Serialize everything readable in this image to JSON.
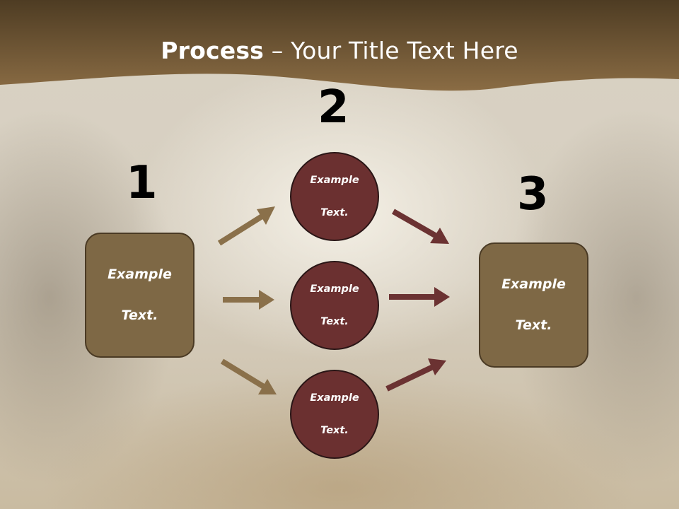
{
  "title": {
    "bold": "Process",
    "rest": " – Your Title Text Here"
  },
  "numbers": {
    "n1": "1",
    "n2": "2",
    "n3": "3"
  },
  "left_box": {
    "line1": "Example",
    "line2": "Text."
  },
  "right_box": {
    "line1": "Example",
    "line2": "Text."
  },
  "circles": [
    {
      "line1": "Example",
      "line2": "Text."
    },
    {
      "line1": "Example",
      "line2": "Text."
    },
    {
      "line1": "Example",
      "line2": "Text."
    }
  ],
  "colors": {
    "banner": "#7a6040",
    "box_fill": "#7e6845",
    "circle_fill": "#6b3030",
    "arrow_left": "#8a704a",
    "arrow_right": "#6b3232"
  }
}
